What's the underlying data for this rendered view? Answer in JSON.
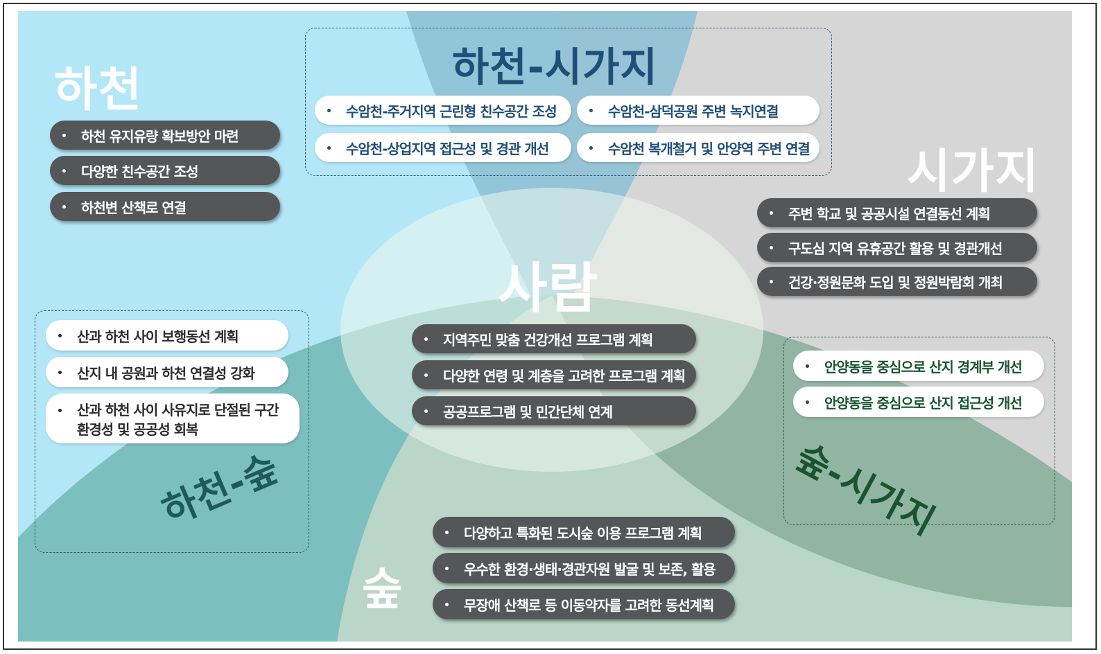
{
  "zones": {
    "river": "하천",
    "river_city": "하천-시가지",
    "city": "시가지",
    "people": "사람",
    "river_forest": "하천-숲",
    "forest": "숲",
    "forest_city": "숲-시가지"
  },
  "river_items": [
    "하천 유지유량 확보방안 마련",
    "다양한 친수공간 조성",
    "하천변 산책로 연결"
  ],
  "river_city_items": [
    "수암천-주거지역 근린형 친수공간 조성",
    "수암천-삼덕공원 주변 녹지연결",
    "수암천-상업지역 접근성 및 경관 개선",
    "수암천 복개철거 및 안양역 주변 연결"
  ],
  "city_items": [
    "주변 학교 및 공공시설 연결동선 계획",
    "구도심 지역  유휴공간 활용 및 경관개선",
    "건강·정원문화 도입 및 정원박람회 개최"
  ],
  "river_forest_items": [
    "산과 하천 사이 보행동선 계획",
    "산지 내 공원과 하천 연결성 강화",
    "산과 하천 사이 사유지로 단절된 구간\n환경성 및 공공성 회복"
  ],
  "people_items": [
    "지역주민 맞춤 건강개선 프로그램 계획",
    "다양한 연령 및 계층을 고려한 프로그램 계획",
    "공공프로그램 및 민간단체 연계"
  ],
  "forest_city_items": [
    "안양동을 중심으로 산지 경계부 개선",
    "안양동을 중심으로 산지 접근성 개선"
  ],
  "forest_items": [
    "다양하고 특화된 도시숲 이용 프로그램 계획",
    "우수한 환경·생태·경관자원 발굴 및 보존, 활용",
    "무장애 산책로 등 이동약자를 고려한 동선계획"
  ],
  "colors": {
    "river": "#b3e6f6",
    "city": "#d9d9d9",
    "forest": "#b9d6c8",
    "people": "#e8f4ea",
    "pill_dark": "#545657",
    "title_blue": "#1f4e79",
    "title_green": "#17552e"
  }
}
